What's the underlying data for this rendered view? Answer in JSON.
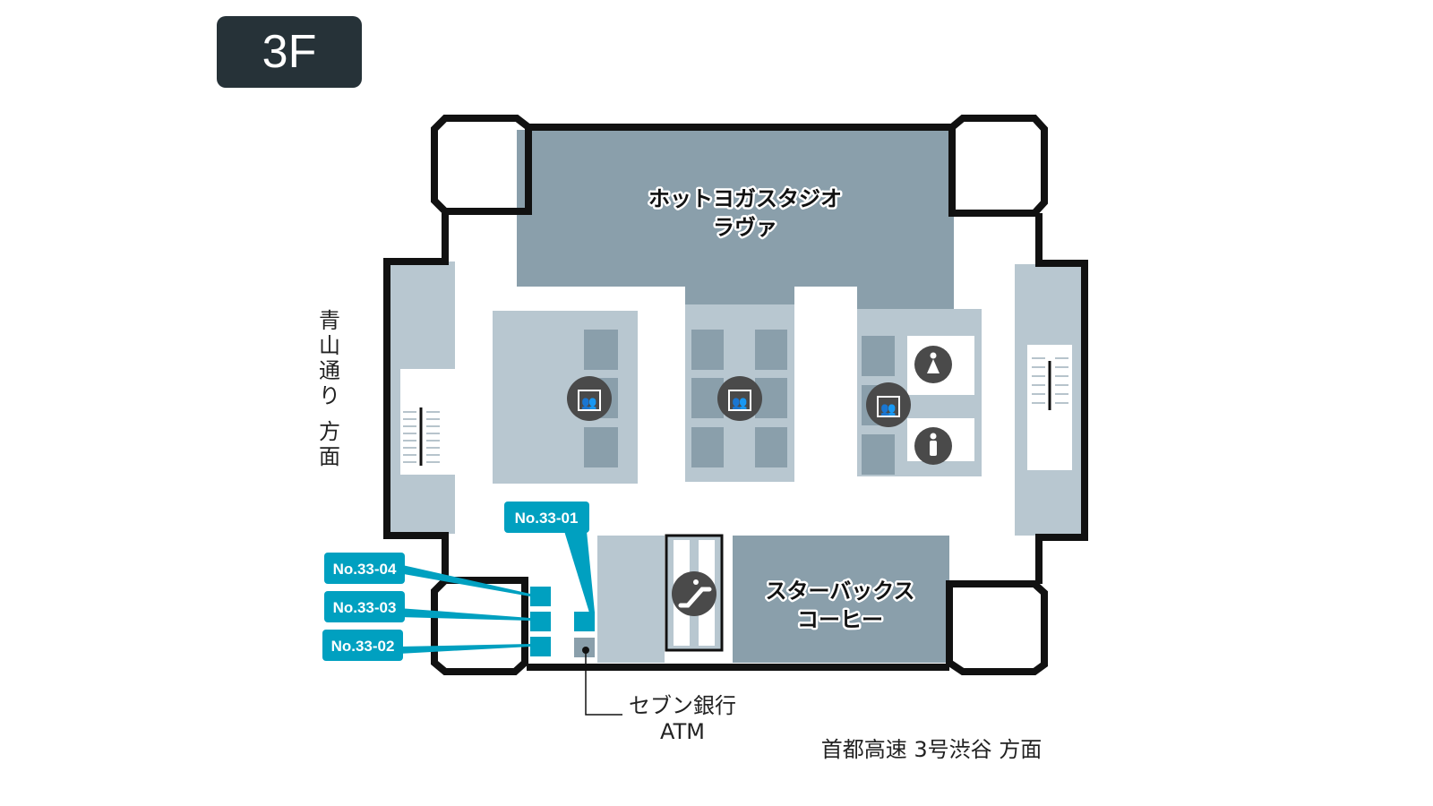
{
  "floor": {
    "label": "3F"
  },
  "colors": {
    "tenant": "#8a9fab",
    "common": "#b8c7d0",
    "highlight": "#00a0c0",
    "wall": "#111111",
    "icon": "#4a4a4a"
  },
  "rooms": {
    "yoga": {
      "line1": "ホットヨガスタジオ",
      "line2": "ラヴァ"
    },
    "starbucks": {
      "line1": "スターバックス",
      "line2": "コーヒー"
    }
  },
  "directions": {
    "west": [
      "青",
      "山",
      "通",
      "り",
      "方",
      "面"
    ],
    "south": "首都高速 3号渋谷 方面"
  },
  "atm": {
    "line1": "セブン銀行",
    "line2": "ATM"
  },
  "locations": [
    {
      "id": "No.33-01"
    },
    {
      "id": "No.33-04"
    },
    {
      "id": "No.33-03"
    },
    {
      "id": "No.33-02"
    }
  ],
  "icons": [
    "elevator-icon",
    "elevator-icon",
    "elevator-icon",
    "womens-restroom-icon",
    "mens-restroom-icon",
    "escalator-icon",
    "stairs-icon",
    "stairs-icon"
  ]
}
